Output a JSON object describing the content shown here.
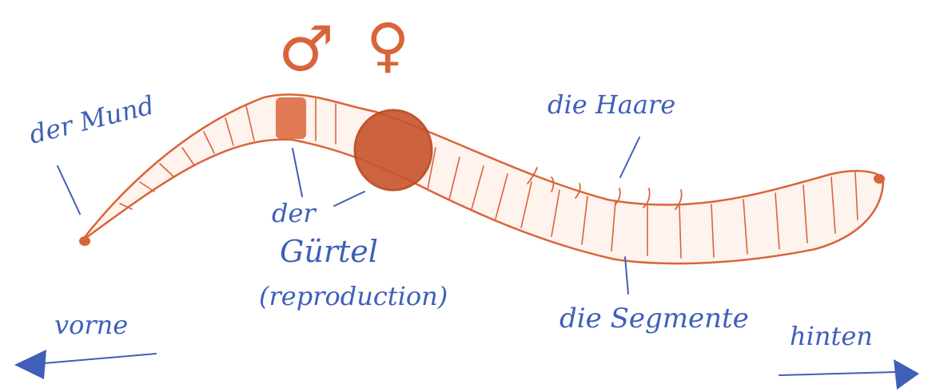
{
  "labels": {
    "mouth": "der Mund",
    "hairs": "die Haare",
    "clitellum_line1": "der",
    "clitellum_line2": "Gürtel",
    "clitellum_line3": "(reproduction)",
    "segments": "die Segmente",
    "front": "vorne",
    "back": "hinten"
  },
  "symbols": {
    "male": "♂",
    "female": "♀"
  },
  "colors": {
    "worm": "#d9643a",
    "worm_dark": "#c8542c",
    "ink": "#3f5fb8"
  }
}
